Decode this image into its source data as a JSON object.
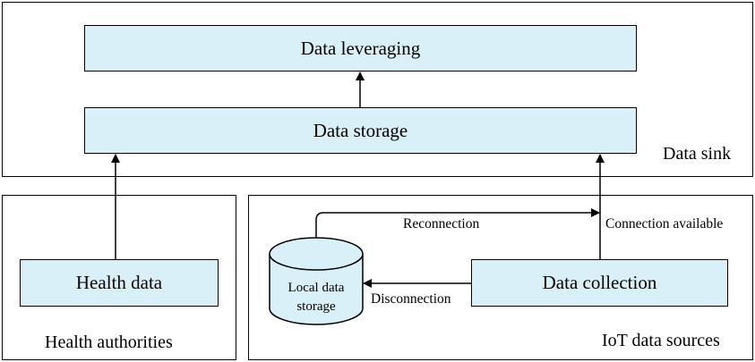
{
  "data_sink": {
    "label": "Data sink",
    "data_leveraging": "Data leveraging",
    "data_storage": "Data storage"
  },
  "health_authorities": {
    "label": "Health authorities",
    "health_data": "Health data"
  },
  "iot_sources": {
    "label": "IoT data sources",
    "data_collection": "Data collection",
    "local_storage_line1": "Local data",
    "local_storage_line2": "storage",
    "reconnection": "Reconnection",
    "disconnection": "Disconnection",
    "connection_available": "Connection available"
  },
  "colors": {
    "box_fill": "#daf0f8",
    "stroke": "#000000"
  }
}
